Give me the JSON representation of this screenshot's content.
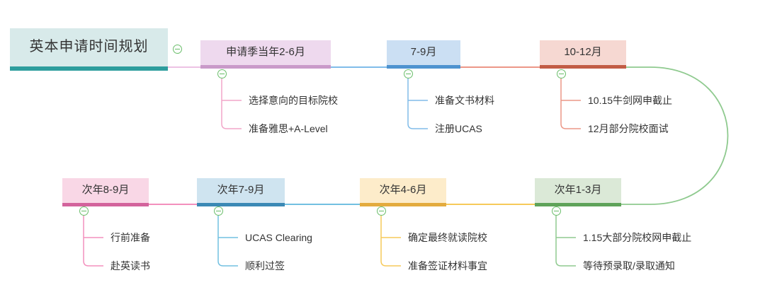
{
  "title": "英本申请时间规划",
  "root": {
    "label": "英本申请时间规划",
    "bg": "#d8eaea",
    "border": "#2d9d9d"
  },
  "collapse_icon": {
    "name": "minus-icon",
    "glyph": "−",
    "color": "#6cbf6c"
  },
  "curve_color": "#8fca8f",
  "topics": [
    {
      "label": "申请季当年2-6月",
      "bg": "#eed9ee",
      "border": "#c99ac9",
      "line": "#f2a6c9",
      "connector": "#edc2e4",
      "children": [
        "选择意向的目标院校",
        "准备雅思+A-Level"
      ]
    },
    {
      "label": "7-9月",
      "bg": "#cbdff3",
      "border": "#4e93cf",
      "line": "#80bce9",
      "connector": "#80bce9",
      "children": [
        "准备文书材料",
        "注册UCAS"
      ]
    },
    {
      "label": "10-12月",
      "bg": "#f6d8d2",
      "border": "#c25c45",
      "line": "#ec9787",
      "connector": "#ec9787",
      "children": [
        "10.15牛剑网申截止",
        "12月部分院校面试"
      ]
    },
    {
      "label": "次年1-3月",
      "bg": "#dbe9d7",
      "border": "#5fa35a",
      "line": "#8fca8f",
      "connector": "#8fca8f",
      "children": [
        "1.15大部分院校网申截止",
        "等待预录取/录取通知"
      ]
    },
    {
      "label": "次年4-6月",
      "bg": "#fdecca",
      "border": "#e3ab3e",
      "line": "#f6ca5a",
      "connector": "#f6ca5a",
      "children": [
        "确定最终就读院校",
        "准备签证材料事宜"
      ]
    },
    {
      "label": "次年7-9月",
      "bg": "#cfe4f0",
      "border": "#3b89b5",
      "line": "#72c0e1",
      "connector": "#72c0e1",
      "children": [
        "UCAS Clearing",
        "顺利过签"
      ]
    },
    {
      "label": "次年8-9月",
      "bg": "#f9d7e6",
      "border": "#d3639c",
      "line": "#f390bd",
      "connector": "#f390bd",
      "children": [
        "行前准备",
        "赴英读书"
      ]
    }
  ]
}
